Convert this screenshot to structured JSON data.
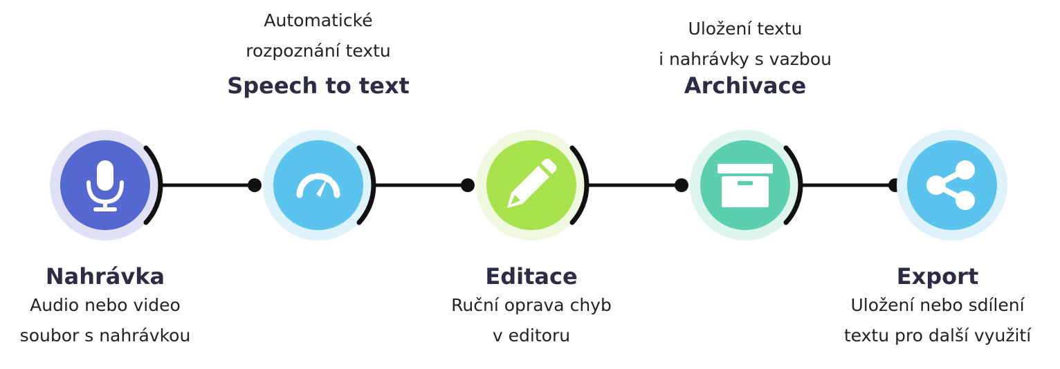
{
  "steps": [
    {
      "title": "Nahrávka",
      "desc1": "Audio nebo video",
      "desc2": "soubor s nahrávkou",
      "icon": "microphone-icon",
      "color": "#5468d0",
      "halo": "#dfe2f6"
    },
    {
      "title": "Speech to text",
      "desc1": "Automatické",
      "desc2": "rozpoznání textu",
      "icon": "speedometer-icon",
      "color": "#5bc4ee",
      "halo": "#ddf2fb"
    },
    {
      "title": "Editace",
      "desc1": "Ruční oprava chyb",
      "desc2": "v editoru",
      "icon": "pencil-icon",
      "color": "#a8e34e",
      "halo": "#eef9df"
    },
    {
      "title": "Archivace",
      "desc1": "Uložení textu",
      "desc2": "i nahrávky s vazbou",
      "icon": "archive-box-icon",
      "color": "#5ccfae",
      "halo": "#def5ee"
    },
    {
      "title": "Export",
      "desc1": "Uložení nebo sdílení",
      "desc2": "textu pro další využití",
      "icon": "share-icon",
      "color": "#5bc4ee",
      "halo": "#ddf2fb"
    }
  ],
  "colors": {
    "line": "#111111",
    "icon_fg": "#ffffff"
  }
}
